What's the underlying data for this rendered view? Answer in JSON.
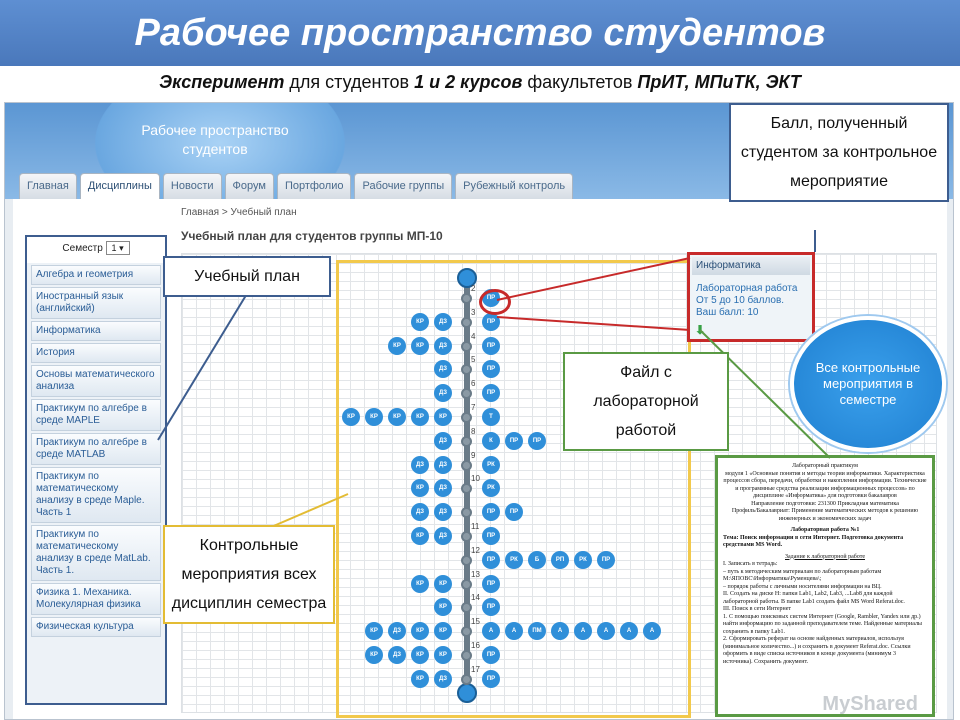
{
  "title": "Рабочее пространство студентов",
  "subtitle": {
    "part1": "Эксперимент",
    "part2": " для студентов ",
    "part3": "1 и 2 курсов",
    "part4": " факультетов ",
    "part5": "ПрИТ, МПиТК, ЭКТ"
  },
  "site": {
    "banner_title": "Рабочее пространство студентов",
    "tabs": [
      "Главная",
      "Дисциплины",
      "Новости",
      "Форум",
      "Портфолио",
      "Рабочие группы",
      "Рубежный контроль"
    ],
    "breadcrumb": "Главная > Учебный план",
    "plan_title": "Учебный план для студентов группы МП-10",
    "semester_label": "Семестр",
    "semester_value": "1",
    "disciplines": [
      "Алгебра и геометрия",
      "Иностранный язык (английский)",
      "Информатика",
      "История",
      "Основы математического анализа",
      "Практикум по алгебре в среде MAPLE",
      "Практикум по алгебре в среде MATLAB",
      "Практикум по математическому анализу в среде Maple. Часть 1",
      "Практикум по математическому анализу в среде MatLab. Часть 1.",
      "Физика 1. Механика. Молекулярная физика",
      "Физическая культура"
    ]
  },
  "callouts": {
    "plan": "Учебный план",
    "ball": "Балл, полученный студентом за контрольное мероприятие",
    "file": "Файл с лабораторной работой",
    "events": "Контрольные мероприятия всех дисциплин семестра"
  },
  "popup": {
    "header": "Информатика",
    "line1": "Лабораторная работа",
    "line2": "От 5 до 10 баллов.",
    "line3": "Ваш балл: 10"
  },
  "circle_text": "Все контрольные мероприятия в семестре",
  "doc": {
    "h1": "Лабораторный практикум",
    "h2": "модуля 1 «Основные понятия и методы теории информатики. Характеристика процессов сбора, передачи, обработки и накопления информации. Технические и программные средства реализации информационных процессов» по дисциплине «Информатика» для подготовки бакалавров",
    "line1": "Направление подготовки: 231300 Прикладная математика",
    "line2": "Профиль/Бакалавриат: Применение математических методов к решению инженерных и экономических задач",
    "lab": "Лабораторная работа №1",
    "lab_title": "Тема: Поиск информации в сети Интернет. Подготовка документа средствами MS Word.",
    "task": "Задание к лабораторной работе",
    "items": [
      "I. Записать в тетрадь:",
      "– путь к методическим материалам по лабораторным работам M:\\ЯПОВС\\Информатика\\Руменцева\\;",
      "– порядок работы с личными носителями информации на ВЦ.",
      "II. Создать на диске H: папки Lab1, Lab2, Lab3, ...Lab8 для каждой лабораторной работы. В папке Lab1 создать файл MS Word Referat.doc.",
      "III. Поиск в сети Интернет",
      "1. С помощью поисковых систем Интернет (Google, Rambler, Yandex или др.) найти информацию по заданной преподавателем теме. Найденные материалы сохранить в папку Lab1.",
      "2. Сформировать реферат на основе найденных материалов, используя (минимальное количество...) и сохранить в документ Referat.doc. Ссылки оформить в виде списка источников в конце документа (минимум 3 источника). Сохранить документ."
    ]
  },
  "watermark": "MyShared",
  "spine": {
    "semesters": [
      "2",
      "3",
      "4",
      "5",
      "6",
      "7",
      "8",
      "9",
      "10",
      "11",
      "12",
      "13",
      "14",
      "15",
      "16",
      "17"
    ]
  },
  "nodes": [
    {
      "s": "2",
      "right": [
        "ПР"
      ],
      "left": []
    },
    {
      "s": "3",
      "right": [
        "ПР"
      ],
      "left": [
        "ДЗ",
        "КР"
      ]
    },
    {
      "s": "4",
      "right": [
        "ПР"
      ],
      "left": [
        "ДЗ",
        "КР",
        "КР"
      ]
    },
    {
      "s": "5",
      "right": [
        "ПР"
      ],
      "left": [
        "ДЗ"
      ]
    },
    {
      "s": "6",
      "right": [
        "ПР"
      ],
      "left": [
        "ДЗ"
      ]
    },
    {
      "s": "7",
      "right": [
        "Т"
      ],
      "left": [
        "КР",
        "КР",
        "КР",
        "КР",
        "КР"
      ]
    },
    {
      "s": "8",
      "right": [
        "К",
        "ПР",
        "ПР"
      ],
      "left": [
        "ДЗ"
      ]
    },
    {
      "s": "9",
      "right": [
        "РК"
      ],
      "left": [
        "ДЗ",
        "ДЗ"
      ]
    },
    {
      "s": "10",
      "right": [
        "РК"
      ],
      "left": [
        "ДЗ",
        "КР"
      ]
    },
    {
      "s": "10b",
      "right": [
        "ПР",
        "ПР"
      ],
      "left": [
        "ДЗ",
        "ДЗ"
      ]
    },
    {
      "s": "11",
      "right": [
        "ПР"
      ],
      "left": [
        "ДЗ",
        "КР"
      ]
    },
    {
      "s": "12",
      "right": [
        "ПР",
        "РК",
        "Б",
        "РП",
        "РК",
        "ПР"
      ],
      "left": []
    },
    {
      "s": "13",
      "right": [
        "ПР"
      ],
      "left": [
        "КР",
        "КР"
      ]
    },
    {
      "s": "14",
      "right": [
        "ПР"
      ],
      "left": [
        "КР"
      ]
    },
    {
      "s": "15",
      "right": [
        "А",
        "А",
        "ПМ",
        "А",
        "А",
        "А",
        "А",
        "А"
      ],
      "left": [
        "КР",
        "КР",
        "ДЗ",
        "КР"
      ]
    },
    {
      "s": "16",
      "right": [
        "ПР"
      ],
      "left": [
        "КР",
        "КР",
        "ДЗ",
        "КР"
      ]
    },
    {
      "s": "17",
      "right": [
        "ПР"
      ],
      "left": [
        "ДЗ",
        "КР"
      ]
    }
  ]
}
